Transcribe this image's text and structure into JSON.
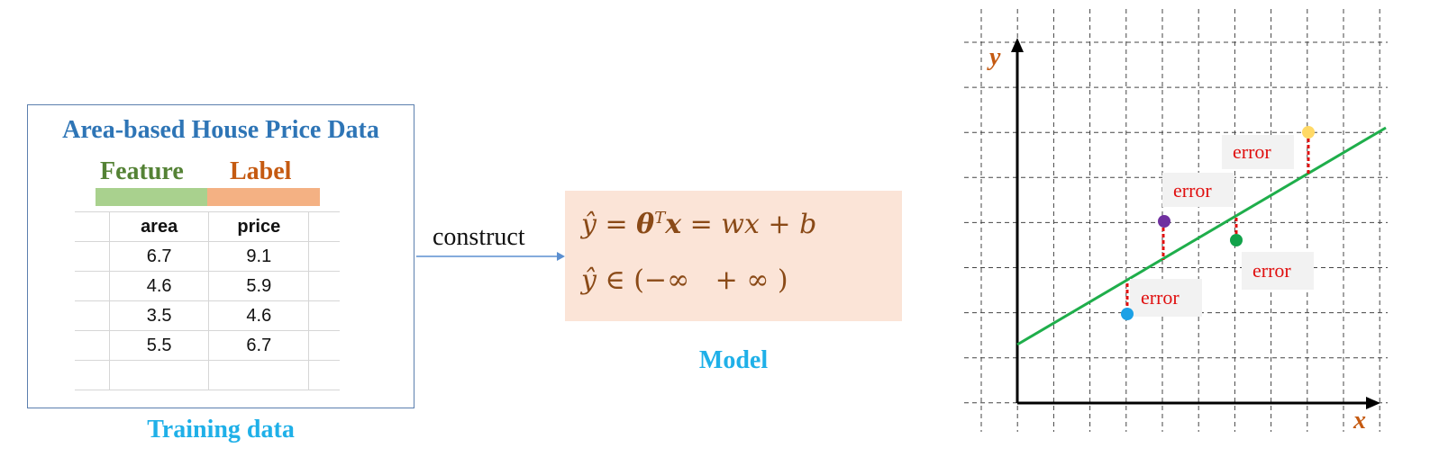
{
  "training": {
    "title": "Area-based House Price Data",
    "feature_label": "Feature",
    "label_label": "Label",
    "columns": [
      "area",
      "price"
    ],
    "rows": [
      [
        "6.7",
        "9.1"
      ],
      [
        "4.6",
        "5.9"
      ],
      [
        "3.5",
        "4.6"
      ],
      [
        "5.5",
        "6.7"
      ],
      [
        "",
        ""
      ]
    ],
    "caption": "Training data"
  },
  "arrow_label": "construct",
  "model": {
    "caption": "Model",
    "formula_line1": {
      "yhat": "ŷ",
      "eq1": " = ",
      "theta": "θ",
      "sup": "T",
      "x": "x",
      "eq2": " = wx + b"
    },
    "formula_line2": {
      "yhat": "ŷ",
      "set": " ∈ (−∞   + ∞ )"
    }
  },
  "plot": {
    "x_label": "x",
    "y_label": "y",
    "error_label": "error",
    "errors": [
      "error",
      "error",
      "error",
      "error"
    ]
  },
  "colors": {
    "title_blue": "#2e75b6",
    "caption_cyan": "#1fb0e8",
    "feature_green": "#548235",
    "label_orange": "#c55a11",
    "feature_band": "#a9d18e",
    "label_band": "#f4b183",
    "model_bg": "#fbe4d7",
    "fit_line": "#1fae4b",
    "error_text": "#e01010",
    "point_blue": "#1da1e6",
    "point_purple": "#7030a0",
    "point_green": "#12a24a",
    "point_yellow": "#ffd966"
  },
  "icons": [
    "arrow-right-icon"
  ]
}
